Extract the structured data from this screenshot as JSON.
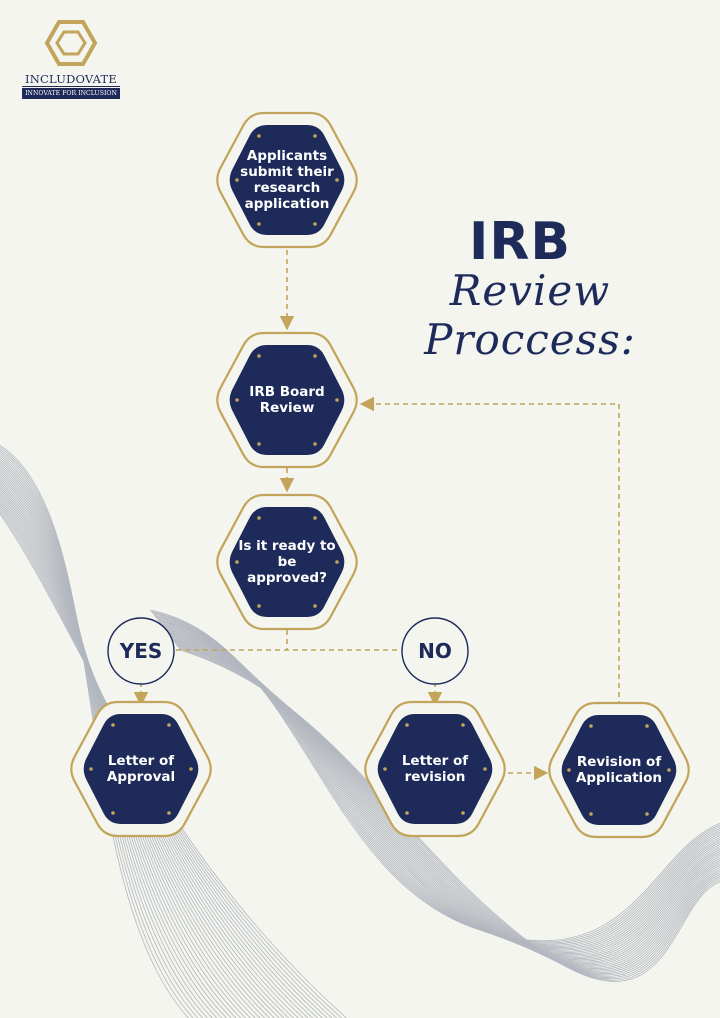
{
  "logo": {
    "name": "INCLUDOVATE",
    "tagline": "INNOVATE FOR INCLUSION",
    "icon": "hexagon-logo-icon"
  },
  "title": {
    "main": "IRB",
    "script": "Review Proccess:"
  },
  "nodes": {
    "submit": "Applicants submit their research application",
    "board_review": "IRB Board Review",
    "ready": "Is it ready to be approved?",
    "approval": "Letter of Approval",
    "letter_revision": "Letter of revision",
    "revision_app": "Revision of Application"
  },
  "branches": {
    "yes": "YES",
    "no": "NO"
  },
  "colors": {
    "navy": "#1d2a5a",
    "gold": "#c2a45a",
    "background": "#f3f5ee",
    "wave_lines": "#9ea3b0"
  }
}
